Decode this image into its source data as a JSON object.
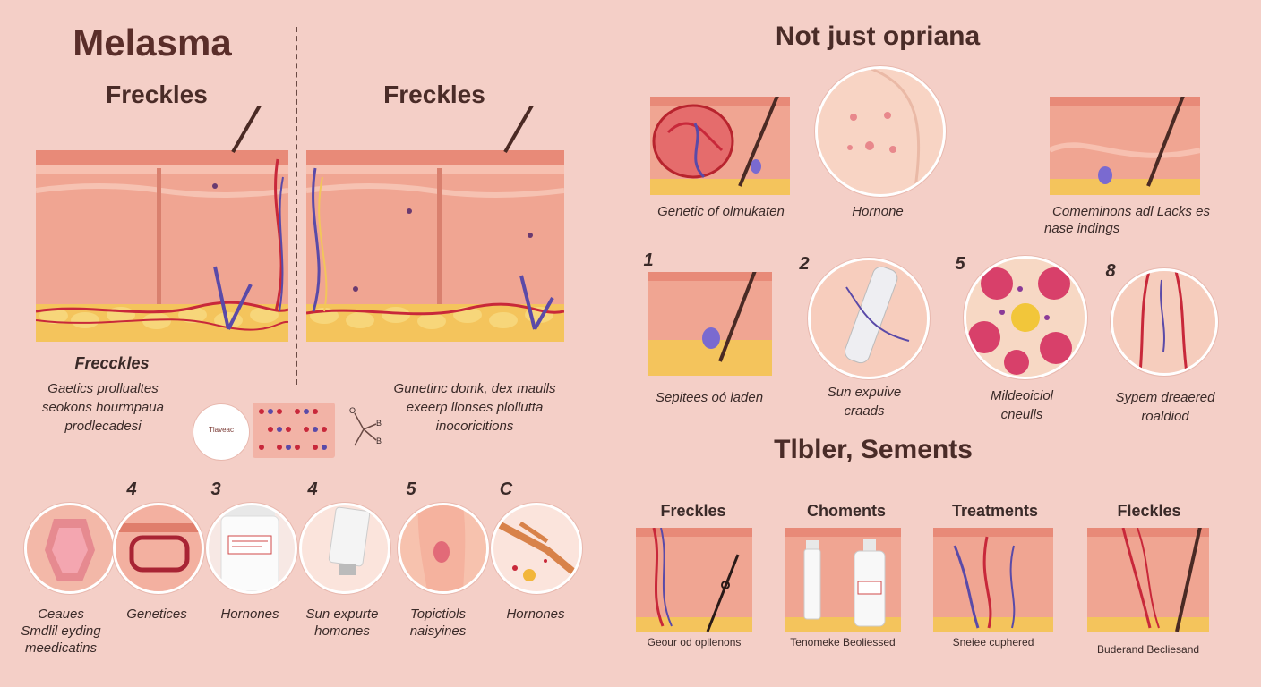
{
  "left": {
    "title": "Melasma",
    "col1_heading": "Freckles",
    "col2_heading": "Freckles",
    "sub_heading": "Frecckles",
    "col1_caption": [
      "Gaetics prollualtes",
      "seokons hourmpaua",
      "prodlecadesi"
    ],
    "col2_caption": [
      "Gunetinc domk, dex maulls",
      "exeerp llonses plollutta",
      "inocoricitions"
    ],
    "badge_text": "Tlaveac",
    "molecule_labels": [
      "O",
      "B",
      "B"
    ],
    "items": [
      {
        "num": "4",
        "label": [
          "Ceaues",
          "Smdlil eyding",
          "meedicatins"
        ]
      },
      {
        "num": "",
        "label": [
          "Genetices"
        ]
      },
      {
        "num": "3",
        "label": [
          "Hornones"
        ]
      },
      {
        "num": "4",
        "label": [
          "Sun expurte",
          "homones"
        ]
      },
      {
        "num": "5",
        "label": [
          "Topictiols",
          "naisyines"
        ]
      },
      {
        "num": "C",
        "label": [
          "Hornones"
        ]
      }
    ]
  },
  "right": {
    "title": "Not just opriana",
    "row1": [
      {
        "label": [
          "Genetic of olmukaten"
        ]
      },
      {
        "label": [
          "Hornone"
        ]
      },
      {
        "label": [
          "Comeminons adl Lacks es",
          "nase indings"
        ]
      }
    ],
    "row2": [
      {
        "num": "1",
        "label": [
          "Sepitees oó laden"
        ]
      },
      {
        "num": "2",
        "label": [
          "Sun expuive",
          "craads"
        ]
      },
      {
        "num": "5",
        "label": [
          "Mildeoiciol",
          "cneulls"
        ]
      },
      {
        "num": "8",
        "label": [
          "Sypem dreaered",
          "roaldiod"
        ]
      }
    ],
    "section_title": "Tlbler, Sements",
    "bottom": [
      {
        "heading": "Freckles",
        "caption": "Geour od opllenons"
      },
      {
        "heading": "Choments",
        "caption": "Tenomeke Beoliessed"
      },
      {
        "heading": "Treatments",
        "caption": "Sneiee cuphered"
      },
      {
        "heading": "Fleckles",
        "caption": "Buderand Becliesand"
      }
    ]
  },
  "colors": {
    "background": "#f4cfc7",
    "skin": "#f0a08e",
    "skin_dark": "#e0806e",
    "fat": "#f2c65a",
    "vessel_red": "#c8283a",
    "vessel_blue": "#5a4aa8",
    "hair": "#4a2a24"
  }
}
